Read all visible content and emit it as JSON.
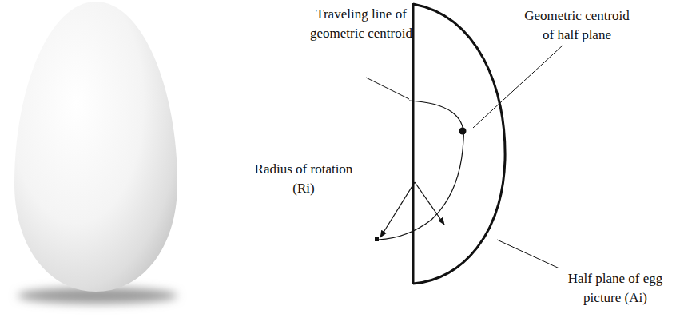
{
  "diagram": {
    "labels": [
      "Traveling line of geometric centroid",
      "Geometric centroid of half plane",
      "Radius of rotation (Ri)",
      "Half plane of egg picture (Ai)"
    ]
  }
}
